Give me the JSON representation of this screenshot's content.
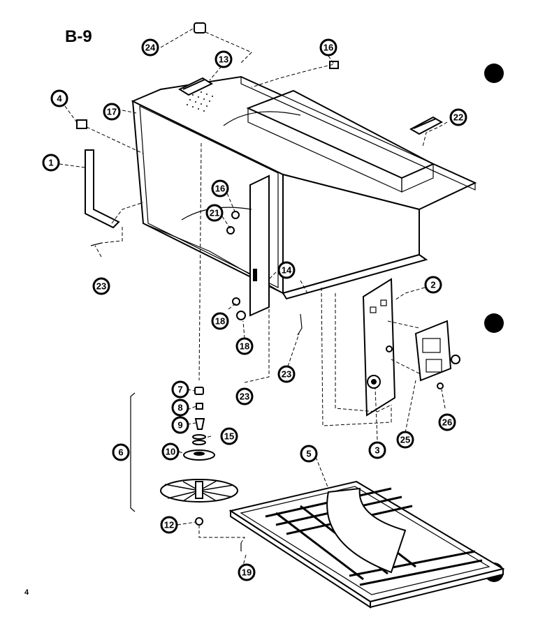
{
  "page": {
    "title": "B-9",
    "page_number": "4"
  },
  "callouts": {
    "c24": "24",
    "c13": "13",
    "c16a": "16",
    "c22": "22",
    "c4": "4",
    "c17": "17",
    "c1": "1",
    "c16b": "16",
    "c21": "21",
    "c23a": "23",
    "c14": "14",
    "c2": "2",
    "c18a": "18",
    "c18b": "18",
    "c23b": "23",
    "c23c": "23",
    "c7": "7",
    "c8": "8",
    "c9": "9",
    "c15": "15",
    "c6": "6",
    "c10": "10",
    "c5": "5",
    "c3": "3",
    "c25": "25",
    "c26": "26",
    "c12": "12",
    "c19": "19"
  }
}
